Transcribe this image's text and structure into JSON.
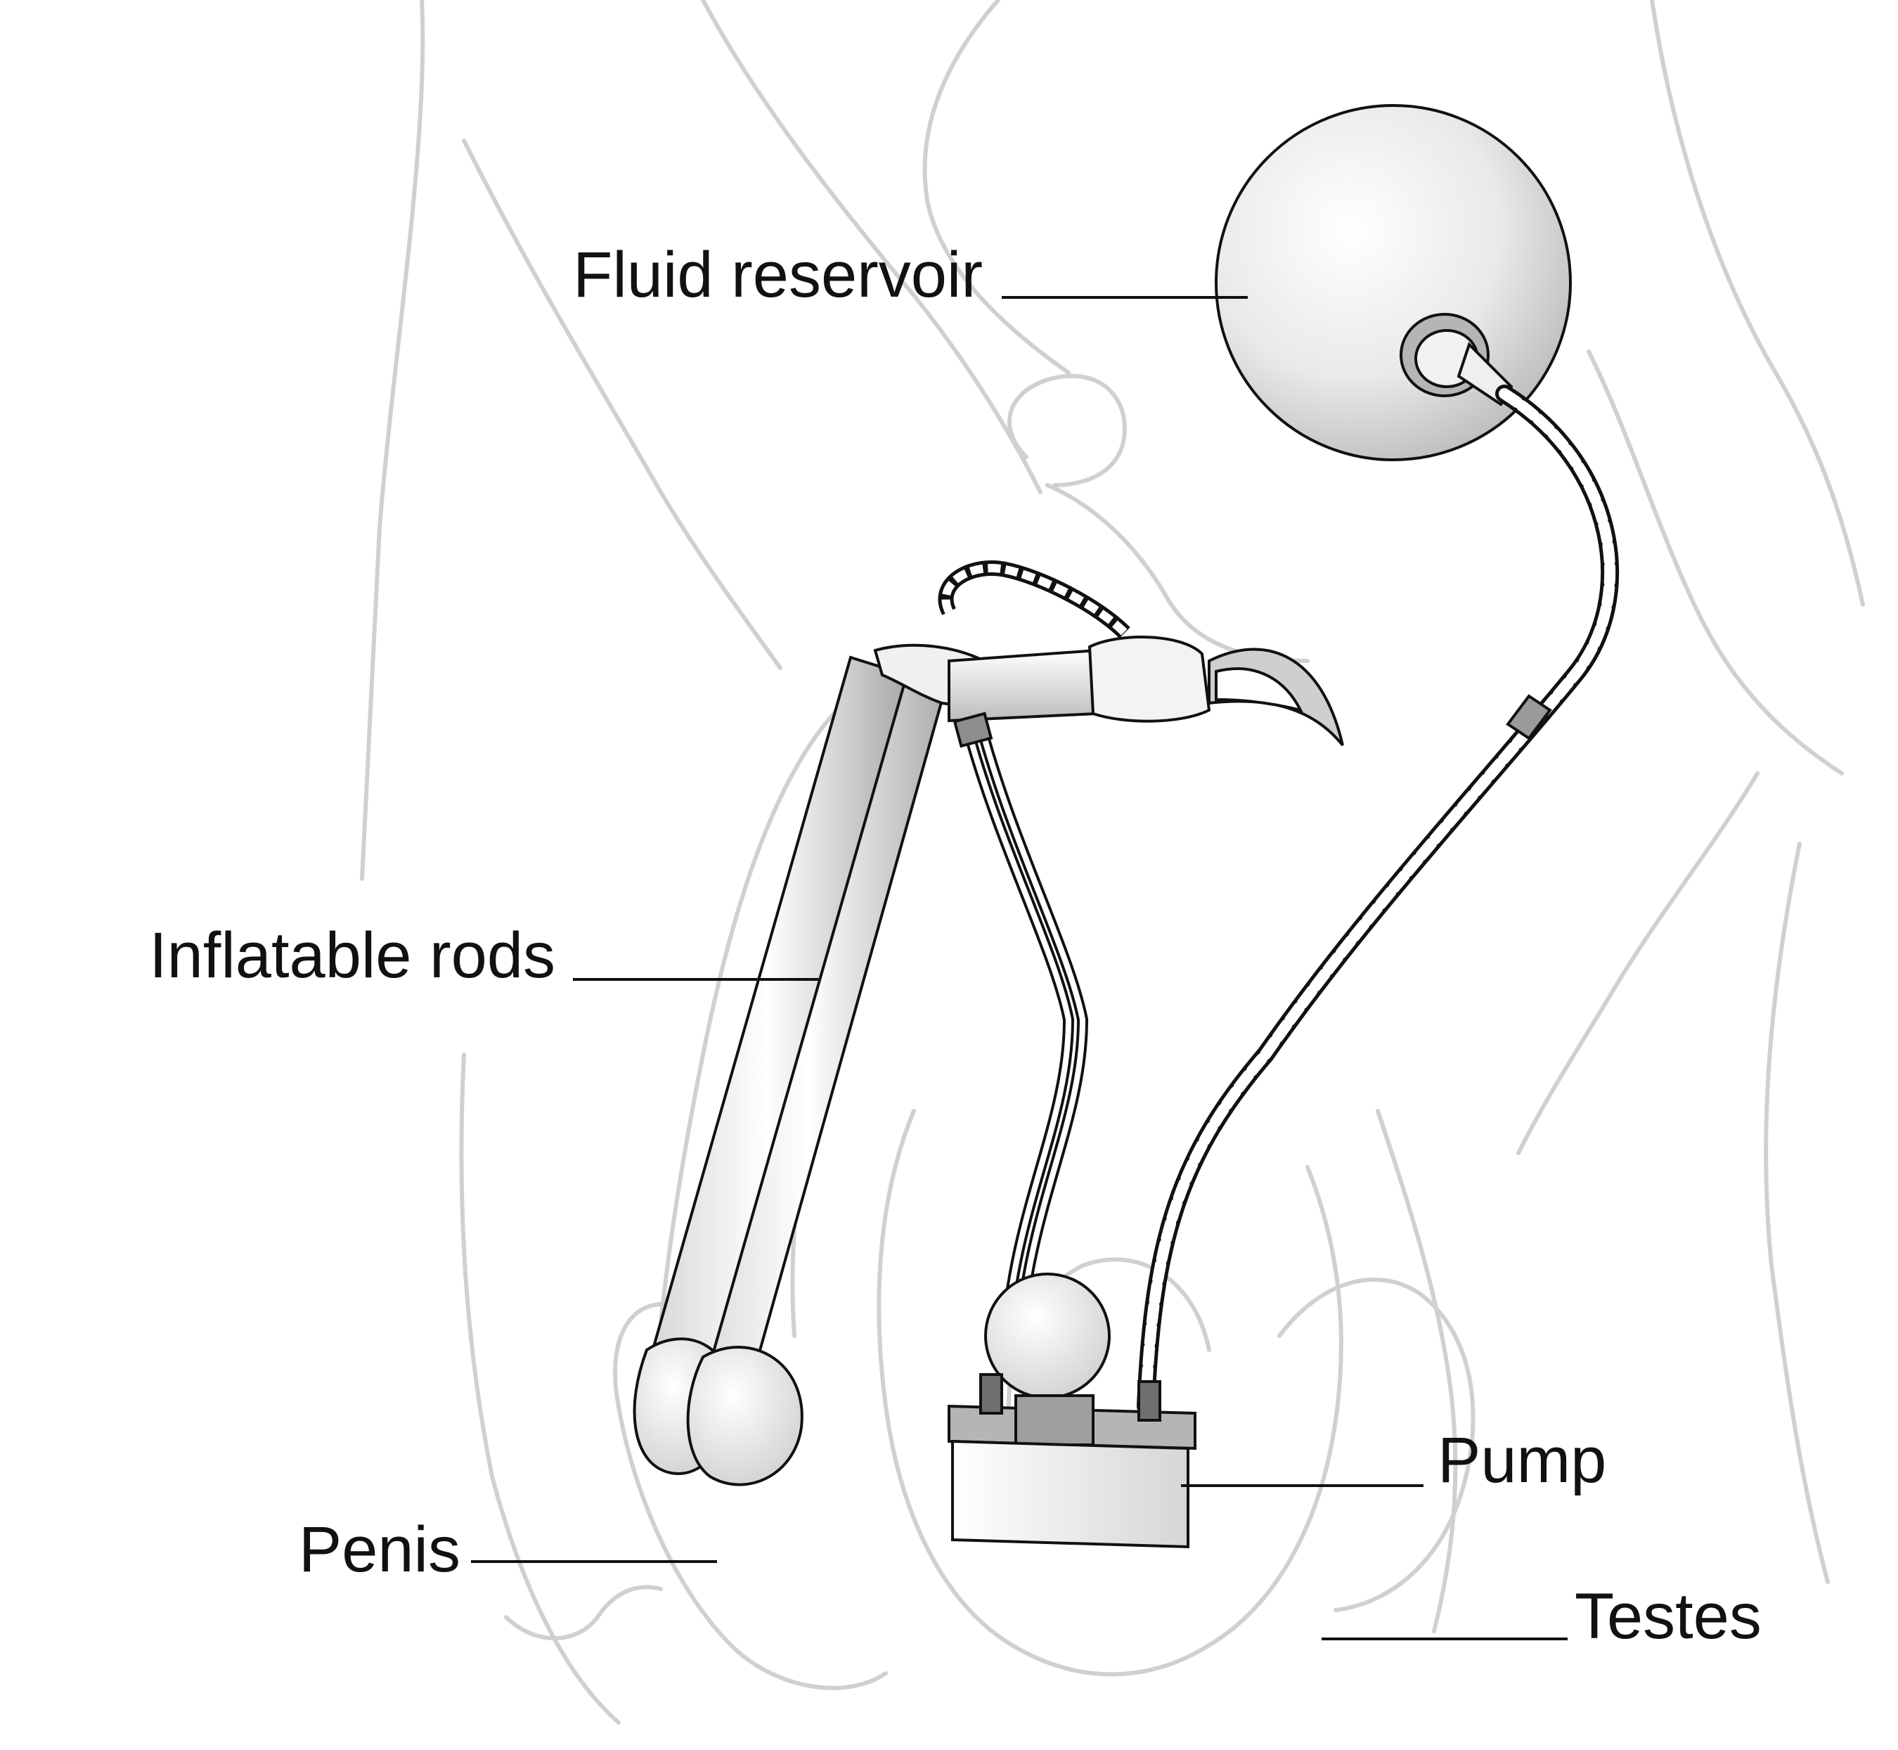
{
  "labels": {
    "fluid_reservoir": "Fluid reservoir",
    "inflatable_rods": "Inflatable rods",
    "penis": "Penis",
    "pump": "Pump",
    "testes": "Testes"
  },
  "colors": {
    "text": "#111111",
    "anatomy_outline": "#d0d0d0",
    "device_outline": "#111111",
    "device_fill_light": "#f4f4f4",
    "device_fill_shade": "#b8b8b8"
  }
}
